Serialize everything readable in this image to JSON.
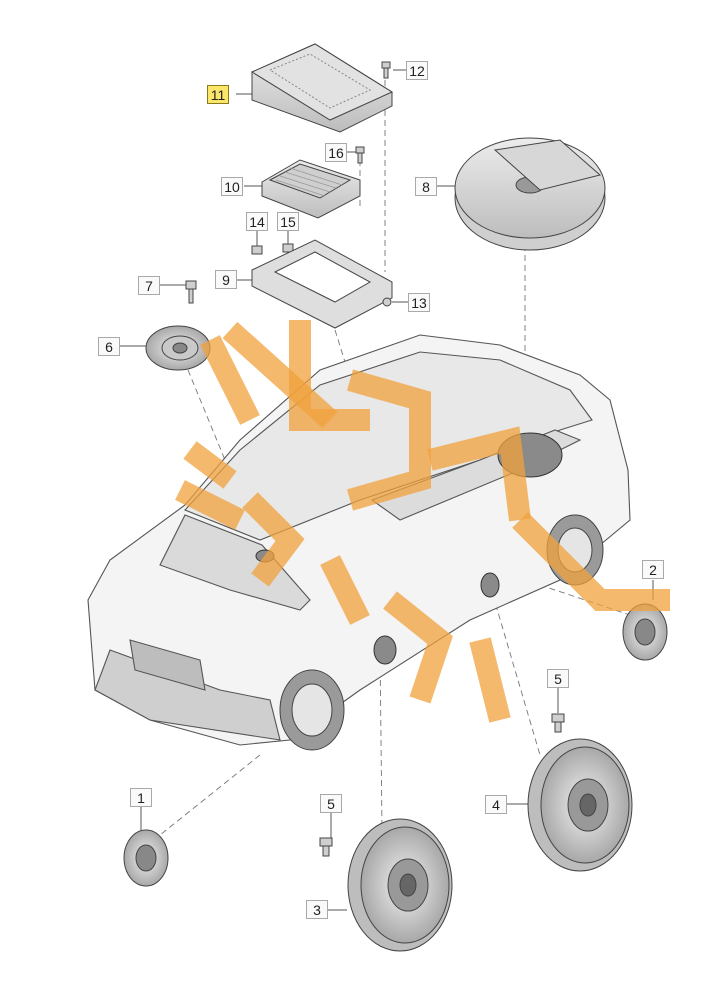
{
  "diagram": {
    "callouts": [
      {
        "id": "11",
        "label": "11",
        "highlighted": true
      },
      {
        "id": "12",
        "label": "12"
      },
      {
        "id": "16",
        "label": "16"
      },
      {
        "id": "10",
        "label": "10"
      },
      {
        "id": "8",
        "label": "8"
      },
      {
        "id": "14",
        "label": "14"
      },
      {
        "id": "15",
        "label": "15"
      },
      {
        "id": "7",
        "label": "7"
      },
      {
        "id": "9",
        "label": "9"
      },
      {
        "id": "13",
        "label": "13"
      },
      {
        "id": "6",
        "label": "6"
      },
      {
        "id": "2",
        "label": "2"
      },
      {
        "id": "5a",
        "label": "5"
      },
      {
        "id": "1",
        "label": "1"
      },
      {
        "id": "5b",
        "label": "5"
      },
      {
        "id": "4",
        "label": "4"
      },
      {
        "id": "3",
        "label": "3"
      }
    ],
    "colors": {
      "highlight": "#fbe66a",
      "watermark": "#f0a23c",
      "line": "#4a4a4a",
      "part_fill": "#d9d9d9"
    }
  }
}
